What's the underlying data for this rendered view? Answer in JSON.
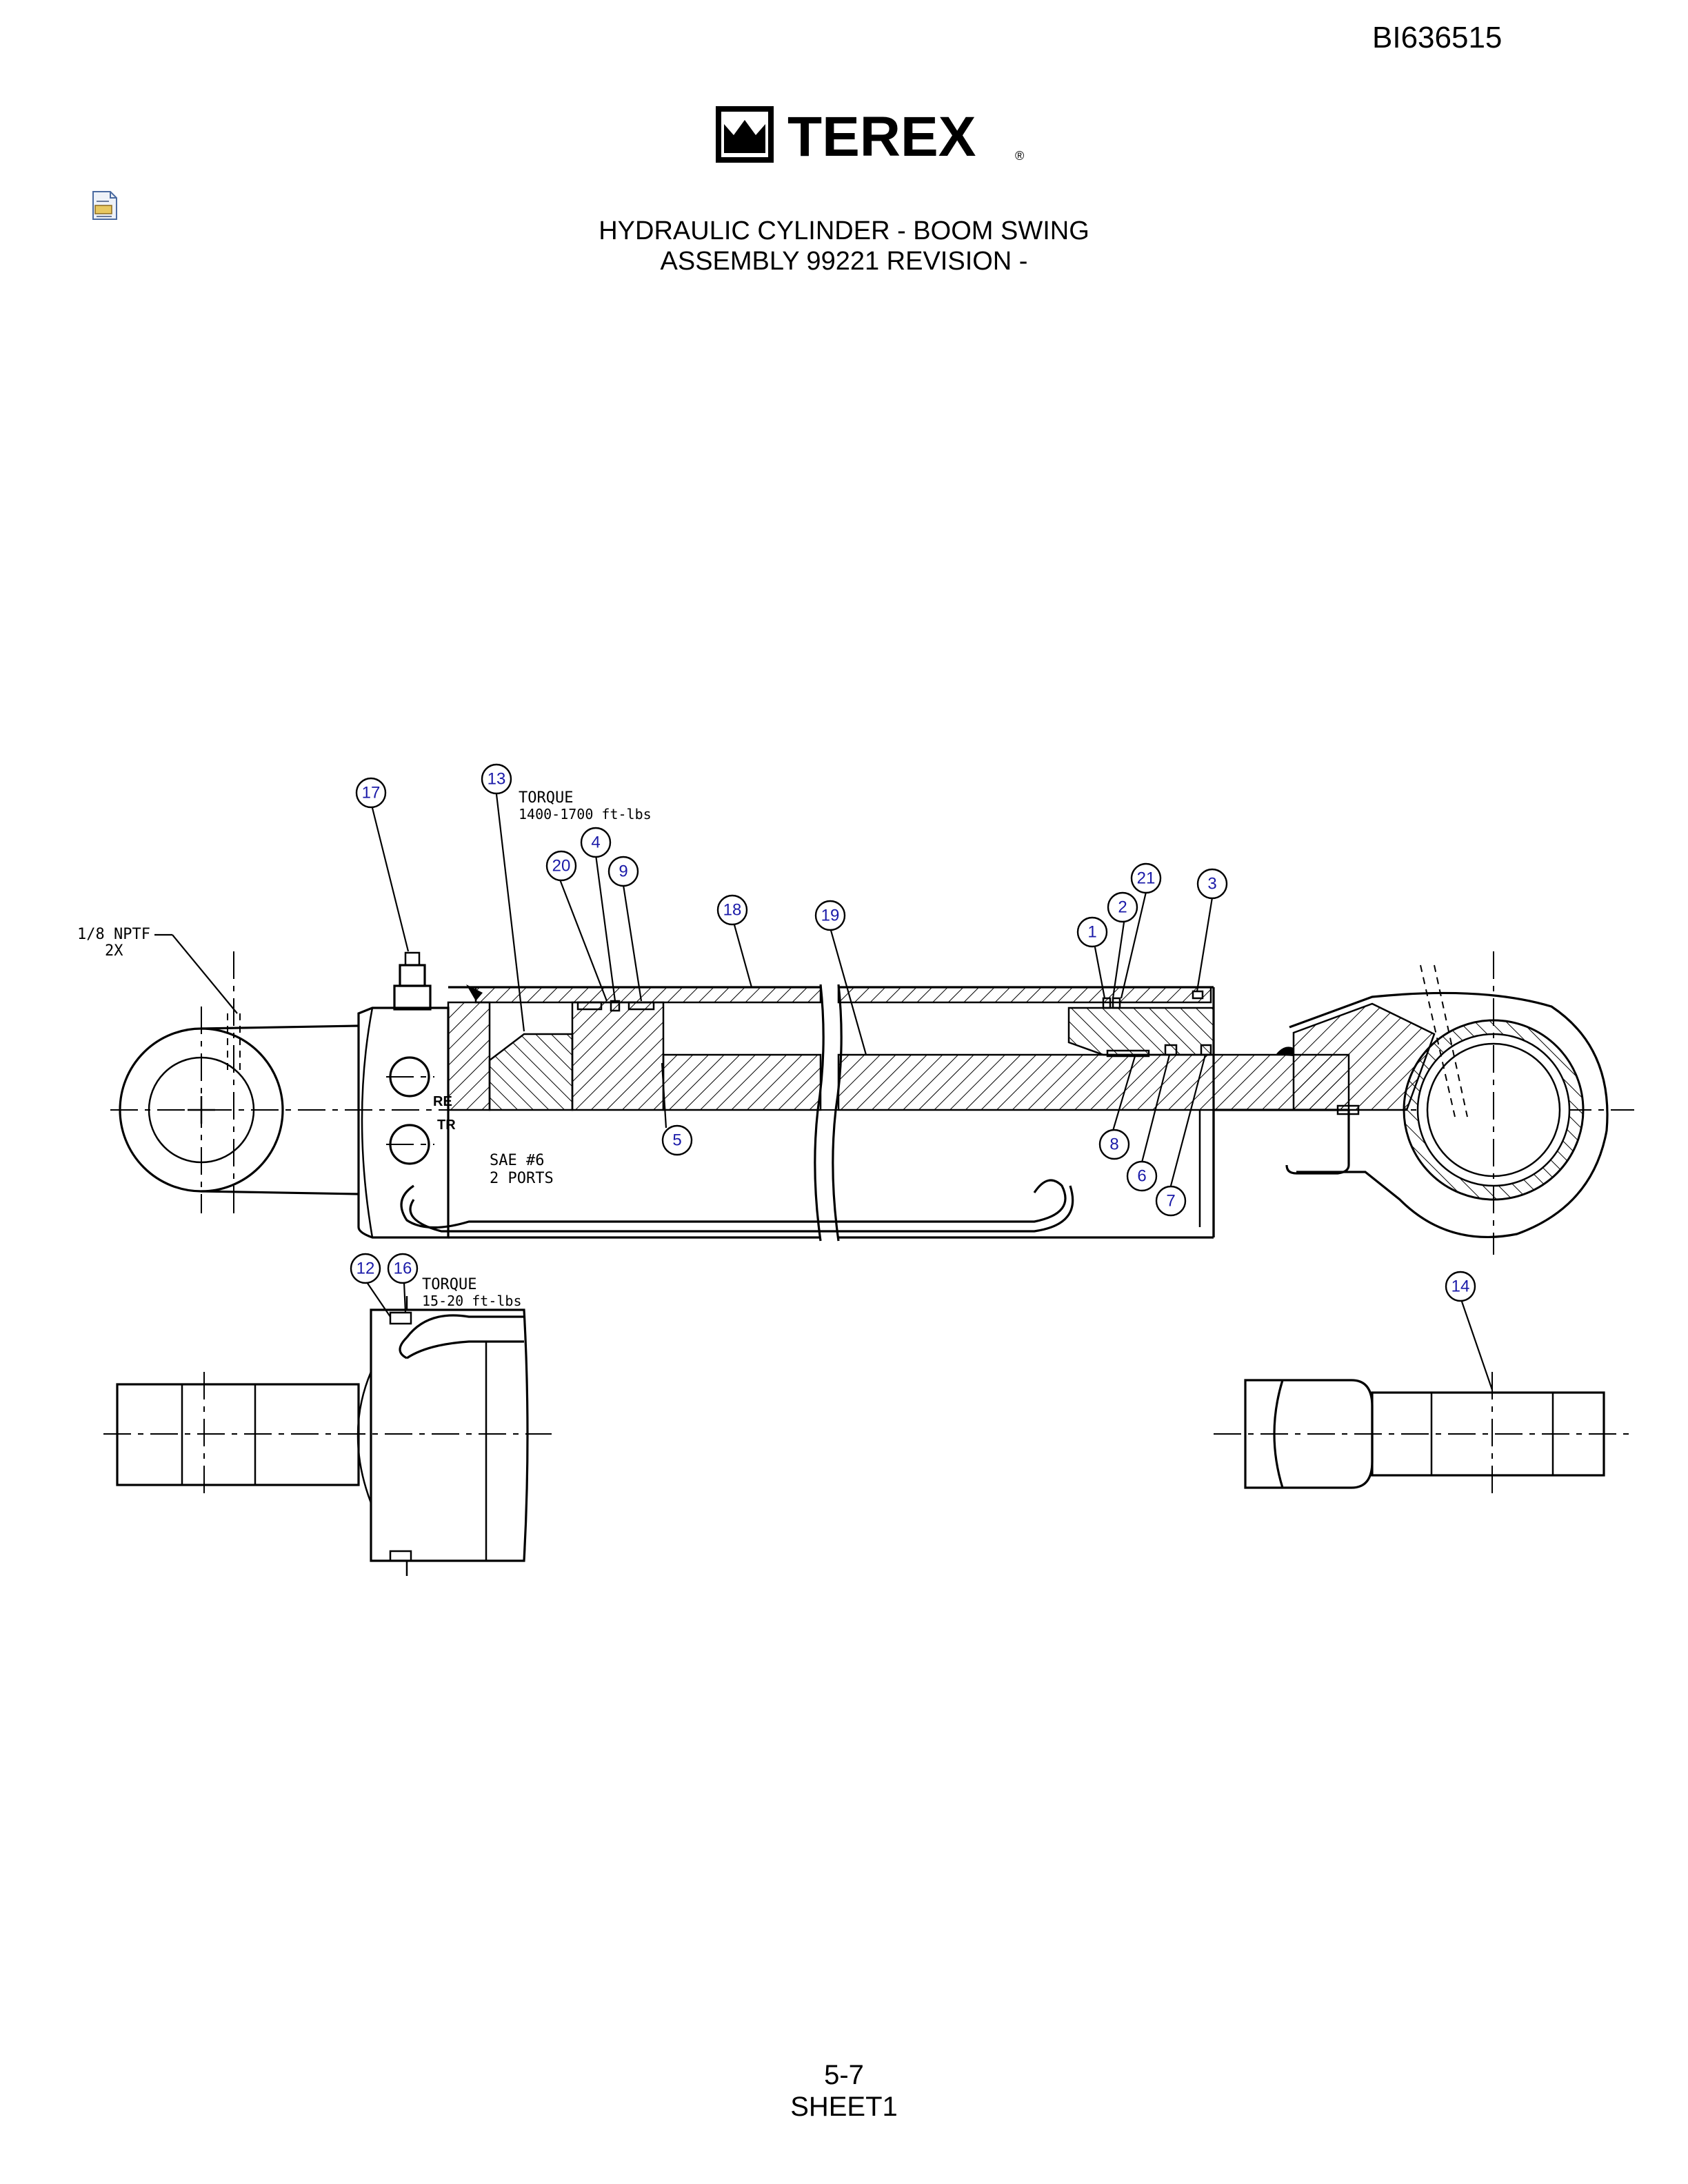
{
  "doc_id": "BI636515",
  "brand": "TEREX",
  "title_line1": "HYDRAULIC CYLINDER - BOOM SWING",
  "title_line2": "ASSEMBLY 99221 REVISION -",
  "icons": {
    "document": "document-note-icon",
    "logo": "terex-crown-logo"
  },
  "notes": {
    "port_label1": "1/8 NPTF",
    "port_label2": "2X",
    "torque1_label": "TORQUE",
    "torque1_value": "1400-1700 ft-lbs",
    "torque2_label": "TORQUE",
    "torque2_value": "15-20 ft-lbs",
    "sae_line1": "SAE #6",
    "sae_line2": "2 PORTS",
    "port_re": "RE",
    "port_tr": "TR"
  },
  "callouts": [
    "1",
    "2",
    "3",
    "4",
    "5",
    "6",
    "7",
    "8",
    "9",
    "12",
    "13",
    "14",
    "16",
    "17",
    "18",
    "19",
    "20",
    "21"
  ],
  "footer_page": "5-7",
  "footer_sheet": "SHEET1"
}
